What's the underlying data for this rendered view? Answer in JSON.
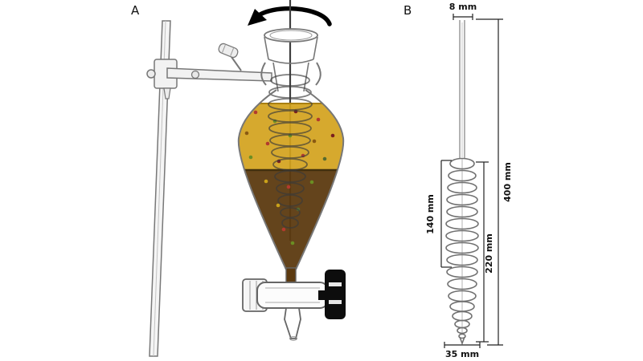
{
  "figure": {
    "panels": {
      "a": {
        "label": "A"
      },
      "b": {
        "label": "B"
      }
    },
    "dimensions": {
      "top_width": "8 mm",
      "total_length": "400 mm",
      "spiral_length": "220 mm",
      "upper_spiral_length": "140 mm",
      "bottom_width": "35 mm"
    },
    "colors": {
      "upper_liquid": "#d3a21c",
      "lower_liquid": "#5c3a10",
      "interface_line": "#42300e",
      "sketch_line": "#6f6f6f",
      "dimension_line": "#222222",
      "valve_handle": "#0d0d0d"
    }
  }
}
